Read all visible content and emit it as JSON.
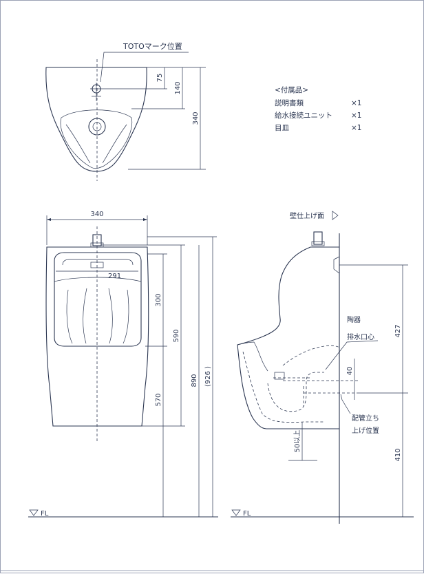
{
  "top_view": {
    "brand_mark_label": "TOTOマーク位置",
    "dim_75": "75",
    "dim_140": "140",
    "dim_340": "340"
  },
  "accessories": {
    "heading": "<付属品>",
    "items": [
      {
        "name": "説明書類",
        "qty": "×1"
      },
      {
        "name": "給水接続ユニット",
        "qty": "×1"
      },
      {
        "name": "目皿",
        "qty": "×1"
      }
    ]
  },
  "front_view": {
    "width_340": "340",
    "inner_291": "291",
    "dim_300": "300",
    "dim_590": "590",
    "dim_570": "570",
    "dim_890": "890",
    "dim_926": "(926  )",
    "floor_label": "FL"
  },
  "side_view": {
    "wall_finish_label": "壁仕上げ面",
    "drain_label_line1": "陶器",
    "drain_label_line2": "排水口心",
    "pipe_label_line1": "配管立ち",
    "pipe_label_line2": "上げ位置",
    "dim_427": "427",
    "dim_40": "40",
    "dim_50": "50以上",
    "dim_410": "410",
    "floor_label": "FL"
  }
}
